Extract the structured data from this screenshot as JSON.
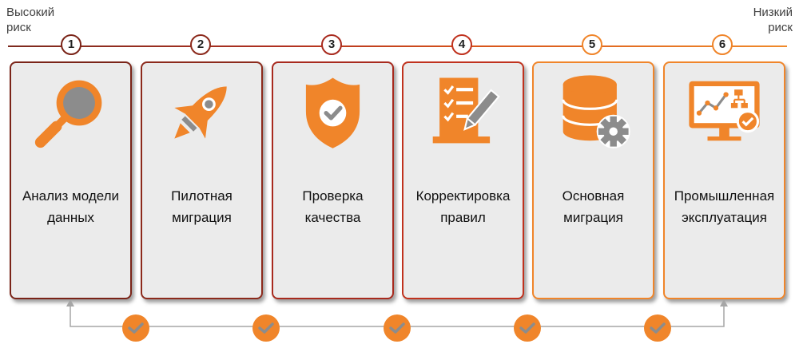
{
  "header": {
    "left_label": "Высокий\nриск",
    "right_label": "Низкий\nриск"
  },
  "colors": {
    "accent": "#f0852a",
    "icon_gray": "#8c8c8c",
    "border_scale": [
      "#7a2418",
      "#8c2a1c",
      "#a82a1e",
      "#c0321e",
      "#f0852a",
      "#f0852a"
    ]
  },
  "steps": [
    {
      "number": "1",
      "label": "Анализ модели данных",
      "icon": "magnifier-icon"
    },
    {
      "number": "2",
      "label": "Пилотная миграция",
      "icon": "rocket-icon"
    },
    {
      "number": "3",
      "label": "Проверка качества",
      "icon": "shield-check-icon"
    },
    {
      "number": "4",
      "label": "Корректировка правил",
      "icon": "checklist-pencil-icon"
    },
    {
      "number": "5",
      "label": "Основная миграция",
      "icon": "database-gear-icon"
    },
    {
      "number": "6",
      "label": "Промышленная эксплуатация",
      "icon": "monitor-chart-icon"
    }
  ],
  "loop": {
    "check_count": 5,
    "icon": "checkmark-icon"
  }
}
